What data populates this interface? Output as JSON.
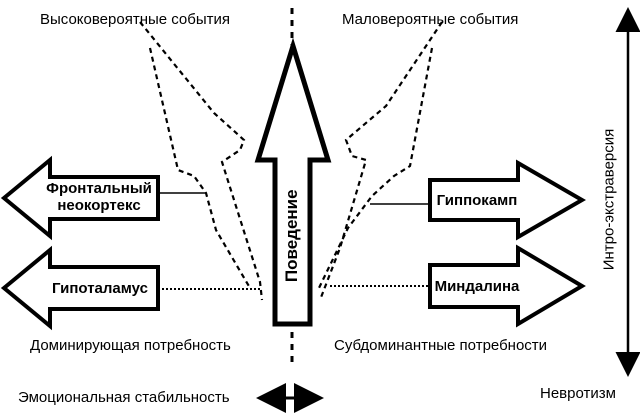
{
  "events": {
    "high_prob": "Высоковероятные события",
    "low_prob": "Маловероятные события"
  },
  "left_boxes": {
    "frontal": [
      "Фронтальный",
      "неокортекс"
    ],
    "hypothalamus": "Гипоталамус"
  },
  "right_boxes": {
    "hippocampus": "Гиппокамп",
    "amygdala": "Миндалина"
  },
  "center_arrow": "Поведение",
  "needs": {
    "dominant": "Доминирующая потребность",
    "subdominant": "Субдоминантные потребности"
  },
  "side_axis": "Интро-экстраверсия",
  "bottom_axis": {
    "left": "Эмоциональная стабильность",
    "right": "Невротизм"
  }
}
